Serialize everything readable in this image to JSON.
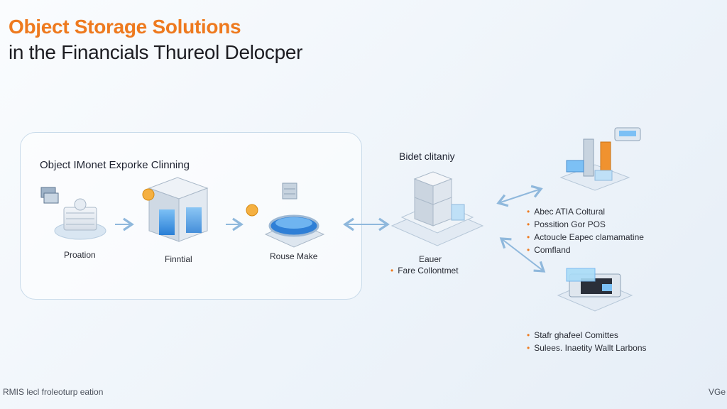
{
  "title": {
    "line1": "Object Storage Solutions",
    "line2": "in the Financials Thureol Delocper"
  },
  "panel": {
    "title": "Object IMonet Exporke Clinning",
    "nodes": [
      {
        "label": "Proation",
        "icon": "server-rack-icon"
      },
      {
        "label": "Finntial",
        "icon": "storage-cube-icon"
      },
      {
        "label": "Rouse Make",
        "icon": "data-pool-icon"
      }
    ]
  },
  "hub": {
    "title": "Bidet clitaniy",
    "label": "Eauer",
    "bullet": "Fare Collontmet",
    "icon": "storage-hub-icon"
  },
  "top_cluster": {
    "icon": "data-center-icon",
    "bullets": [
      "Abec ATIA Coltural",
      "Possition Gor POS",
      "Actoucle Eapec clamamatine",
      "Comfland"
    ]
  },
  "bottom_cluster": {
    "icon": "processing-unit-icon",
    "bullets": [
      "Stafr ghafeel Comittes",
      "Sulees. Inaetity Wallt Larbons"
    ]
  },
  "footer": {
    "left": "RMIS lecl froleoturp eation",
    "right": "VGe"
  },
  "colors": {
    "accent": "#ee7a1f",
    "arrow": "#8fb8dc",
    "cube": "#dfe6ef",
    "blue": "#3a8fe0"
  }
}
